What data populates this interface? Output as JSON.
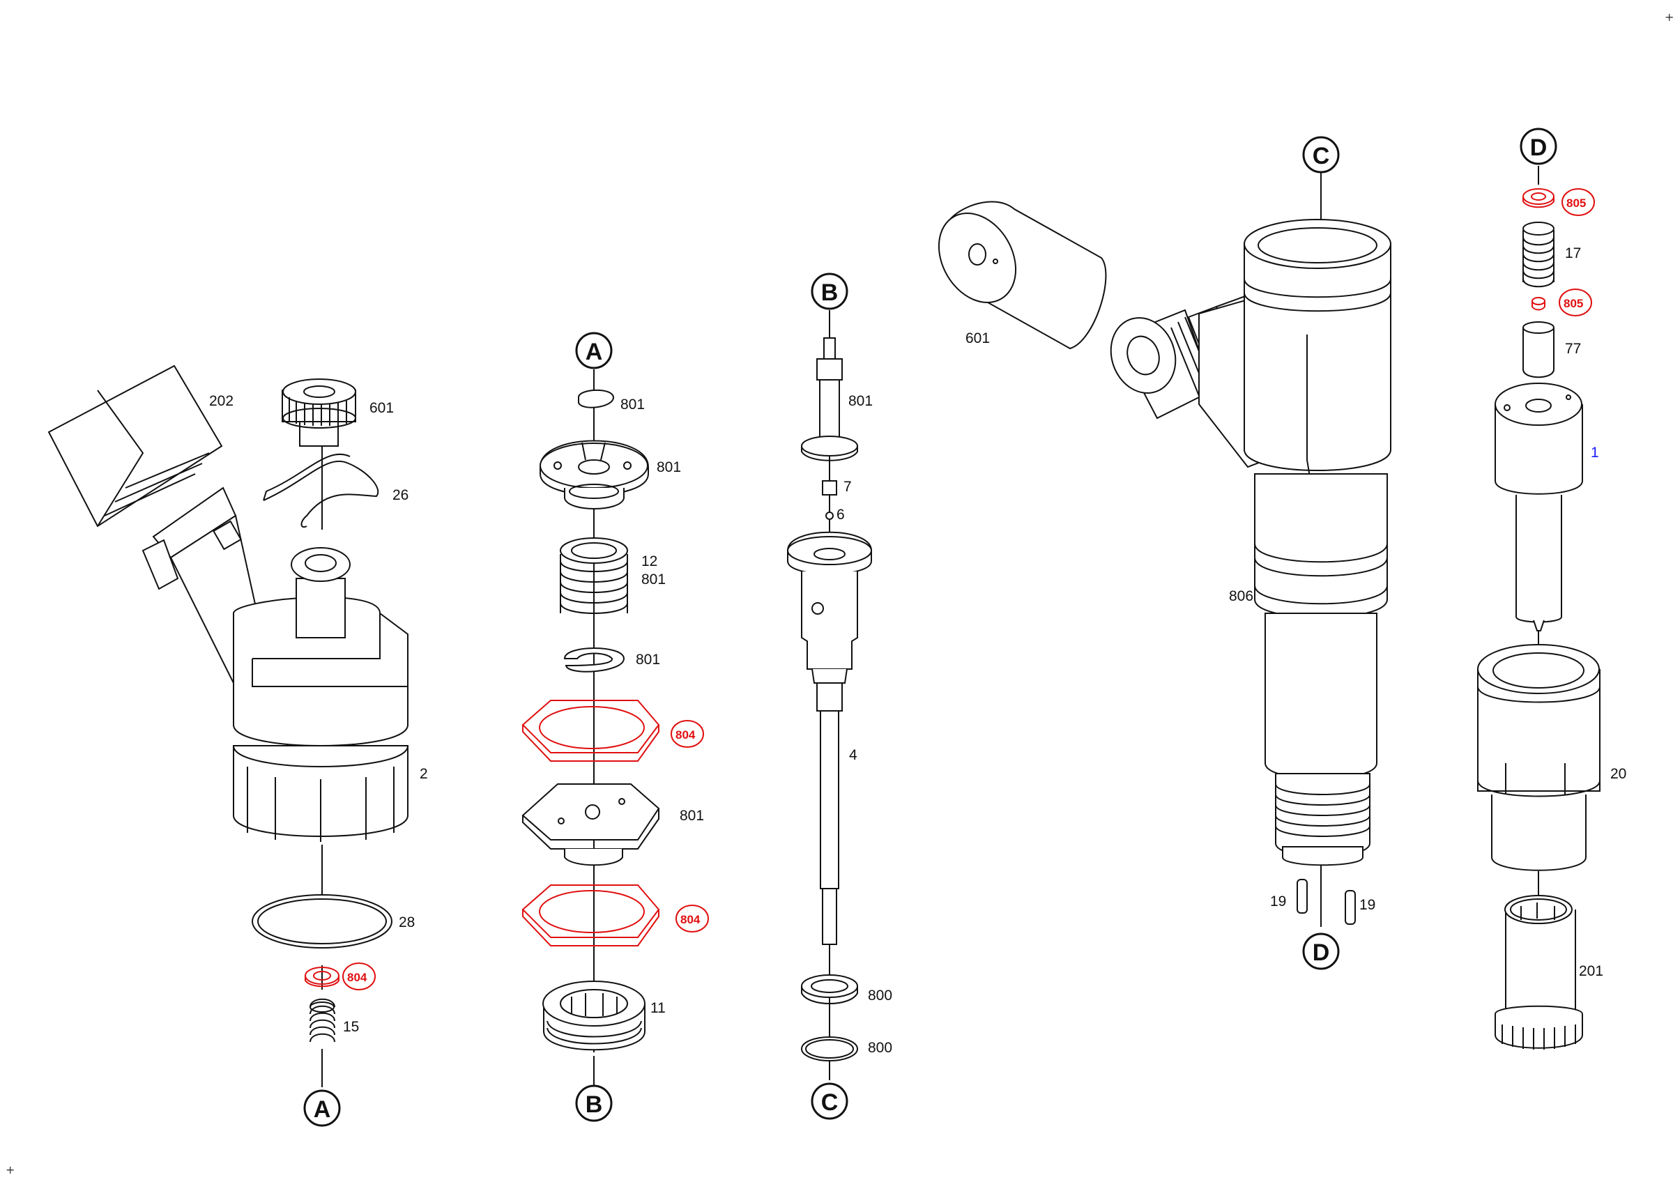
{
  "corners": {
    "top_right": "+",
    "bottom_left": "+"
  },
  "markers": {
    "A": "A",
    "B": "B",
    "C": "C",
    "D": "D"
  },
  "labels": {
    "l202": "202",
    "l601a": "601",
    "l26": "26",
    "l2": "2",
    "l28": "28",
    "l804a": "804",
    "l15": "15",
    "l801a": "801",
    "l801b": "801",
    "l12": "12",
    "l801c": "801",
    "l801d": "801",
    "l804b": "804",
    "l801e": "801",
    "l804c": "804",
    "l11": "11",
    "l801f": "801",
    "l7": "7",
    "l6": "6",
    "l4": "4",
    "l800a": "800",
    "l800b": "800",
    "l601b": "601",
    "l806": "806",
    "l19a": "19",
    "l19b": "19",
    "l805a": "805",
    "l17": "17",
    "l805b": "805",
    "l77": "77",
    "l1": "1",
    "l20": "20",
    "l201": "201"
  },
  "colors": {
    "highlight": "#e01010",
    "link": "#1a1aff",
    "line": "#111111"
  }
}
